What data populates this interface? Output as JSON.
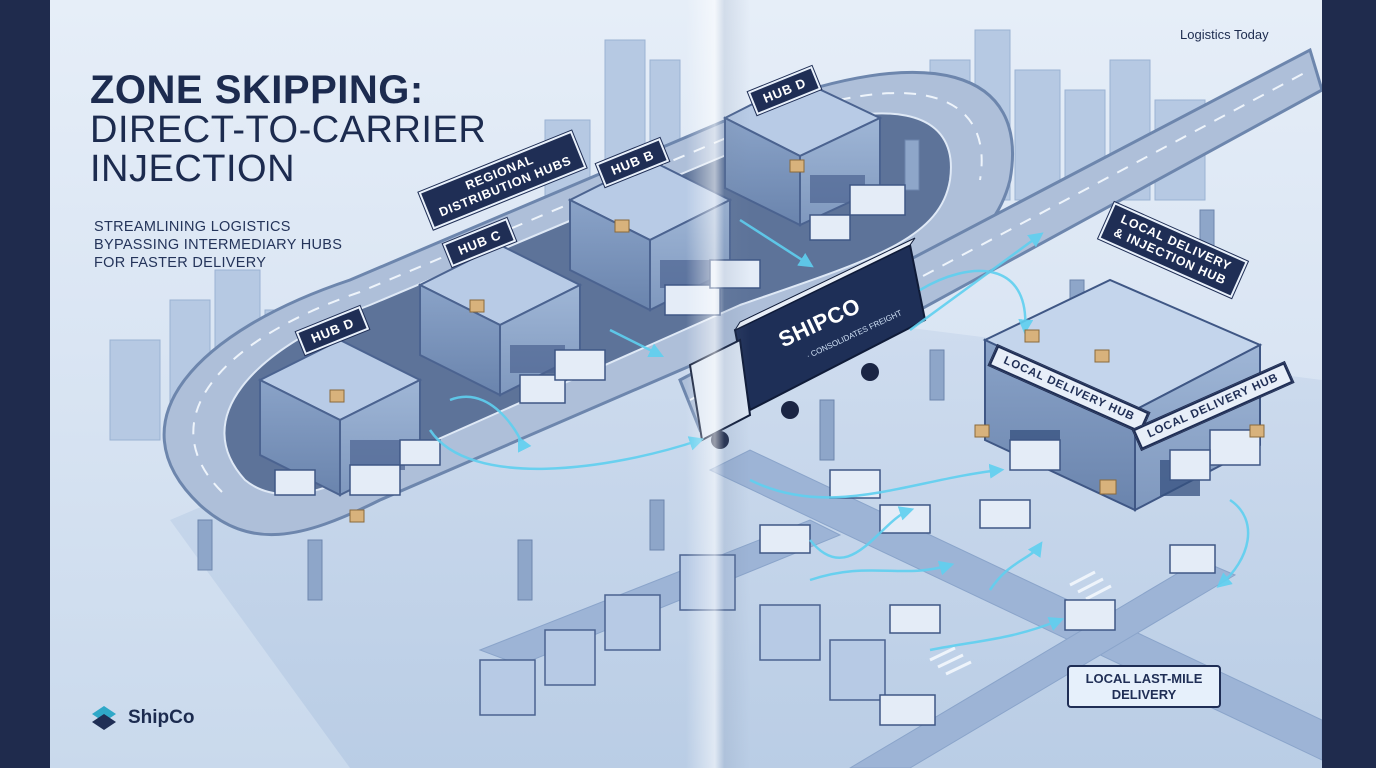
{
  "page": {
    "publication": "Logistics Today",
    "title_line1": "ZONE SKIPPING:",
    "title_line2": "DIRECT-TO-CARRIER",
    "title_line3": "INJECTION",
    "subtitle_lines": [
      "STREAMLINING LOGISTICS",
      "BYPASSING INTERMEDIARY HUBS",
      "FOR FASTER DELIVERY"
    ],
    "brand": "ShipCo"
  },
  "illustration": {
    "hub_labels": [
      "HUB D",
      "HUB B",
      "HUB C",
      "HUB D"
    ],
    "regional_label_lines": [
      "REGIONAL",
      "DISTRIBUTION HUBS"
    ],
    "local_hub_label_lines": [
      "LOCAL DELIVERY",
      "& INJECTION HUB"
    ],
    "local_hub_signs": [
      "LOCAL DELIVERY HUB",
      "LOCAL DELIVERY HUB"
    ],
    "truck_brand": "SHIPCO",
    "truck_tagline": "· CONSOLIDATES FREIGHT",
    "last_mile_lines": [
      "LOCAL LAST-MILE",
      "DELIVERY"
    ]
  },
  "colors": {
    "navy": "#1f2e55",
    "page_bg": "#dbe6f3",
    "flow_arrow": "#4fc3e8",
    "brand_teal": "#2fa8c8"
  },
  "icons": [
    "shipco-logo-icon",
    "flow-arrow-icon"
  ]
}
